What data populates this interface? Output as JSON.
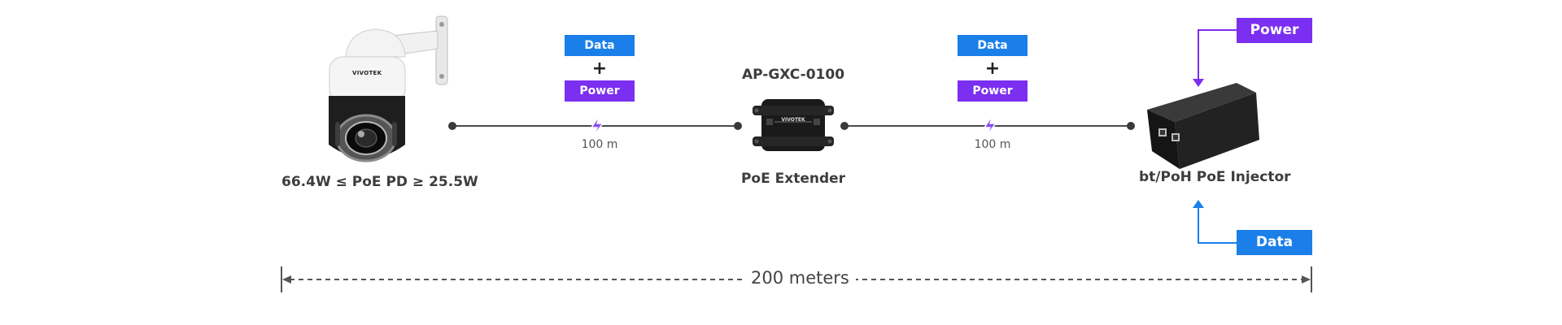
{
  "devices": {
    "camera_caption": "66.4W ≤ PoE PD ≥ 25.5W",
    "camera_brand": "VIVOTEK",
    "extender_model": "AP-GXC-0100",
    "extender_caption": "PoE Extender",
    "extender_brand": "VIVOTEK",
    "injector_caption": "bt/PoH PoE Injector"
  },
  "links": {
    "left": {
      "data": "Data",
      "plus": "+",
      "power": "Power",
      "distance": "100 m"
    },
    "right": {
      "data": "Data",
      "plus": "+",
      "power": "Power",
      "distance": "100 m"
    }
  },
  "injector_inputs": {
    "power": "Power",
    "data": "Data"
  },
  "span": {
    "label": "200 meters"
  },
  "colors": {
    "data": "#1a7fe8",
    "power": "#7b2ff0",
    "line": "#4a4a4a"
  }
}
